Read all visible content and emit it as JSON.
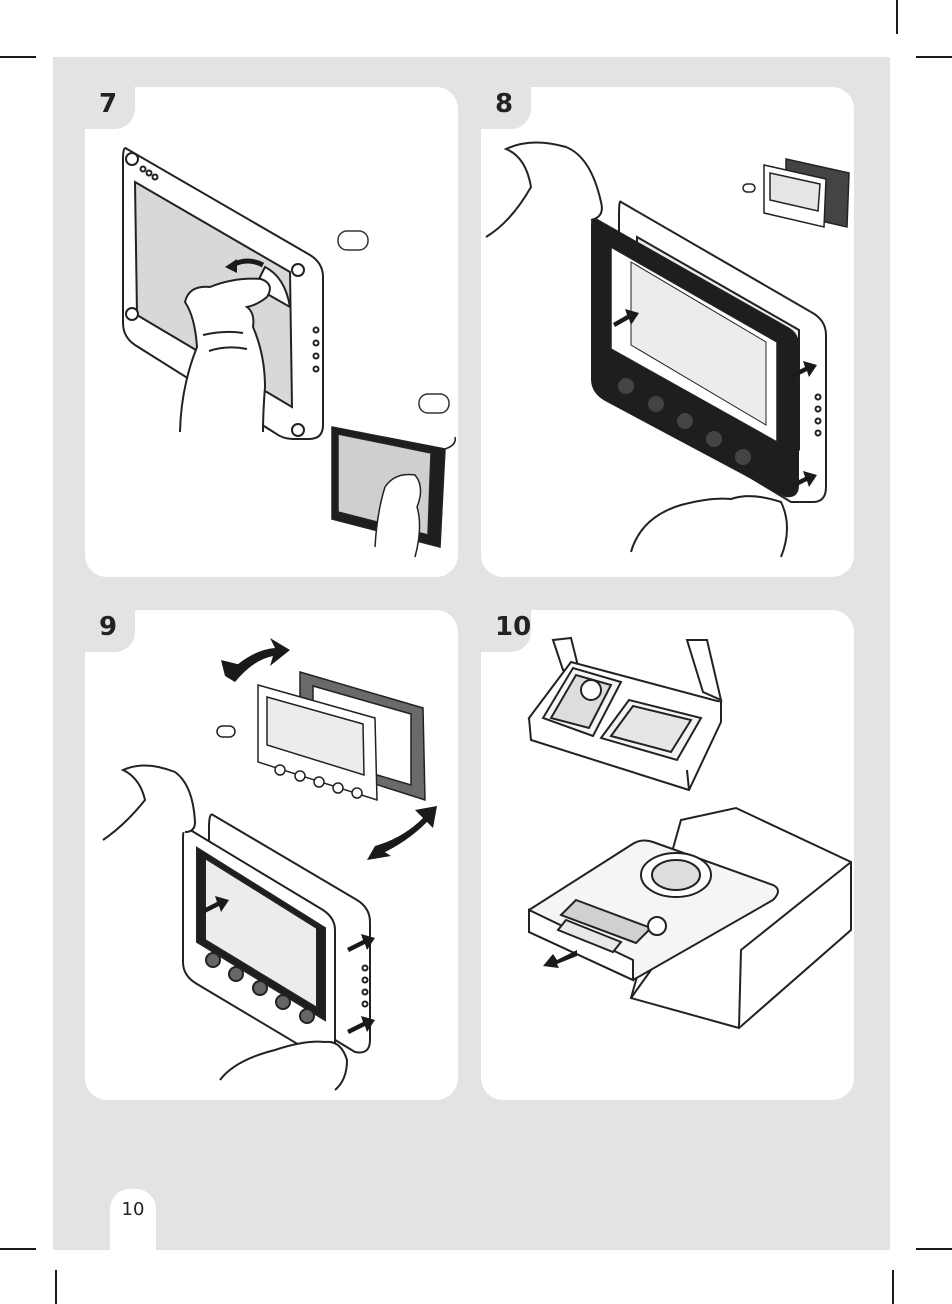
{
  "steps": [
    {
      "number": "7"
    },
    {
      "number": "8"
    },
    {
      "number": "9"
    },
    {
      "number": "10"
    }
  ],
  "page": {
    "number": "10"
  },
  "colors": {
    "sheet": "#e3e3e1",
    "panel": "#ffffff",
    "ink": "#222222",
    "frame": "#1e1e1e"
  }
}
